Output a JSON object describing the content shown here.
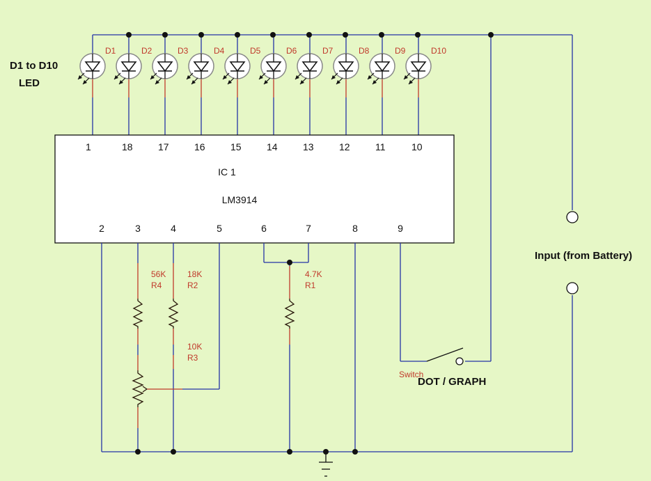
{
  "leds": [
    {
      "label": "D1",
      "pin": "1"
    },
    {
      "label": "D2",
      "pin": "18"
    },
    {
      "label": "D3",
      "pin": "17"
    },
    {
      "label": "D4",
      "pin": "16"
    },
    {
      "label": "D5",
      "pin": "15"
    },
    {
      "label": "D6",
      "pin": "14"
    },
    {
      "label": "D7",
      "pin": "13"
    },
    {
      "label": "D8",
      "pin": "12"
    },
    {
      "label": "D9",
      "pin": "11"
    },
    {
      "label": "D10",
      "pin": "10"
    }
  ],
  "led_group_label": [
    "D1 to D10",
    "LED"
  ],
  "ic": {
    "name": "IC 1",
    "part": "LM3914",
    "bottom_pins": [
      "2",
      "3",
      "4",
      "5",
      "6",
      "7",
      "8",
      "9"
    ]
  },
  "resistors": [
    {
      "value": "56K",
      "ref": "R4"
    },
    {
      "value": "18K",
      "ref": "R2"
    },
    {
      "value": "10K",
      "ref": "R3"
    },
    {
      "value": "4.7K",
      "ref": "R1"
    }
  ],
  "switch": {
    "ref": "Switch",
    "label": "DOT / GRAPH"
  },
  "input_label": "Input (from Battery)"
}
